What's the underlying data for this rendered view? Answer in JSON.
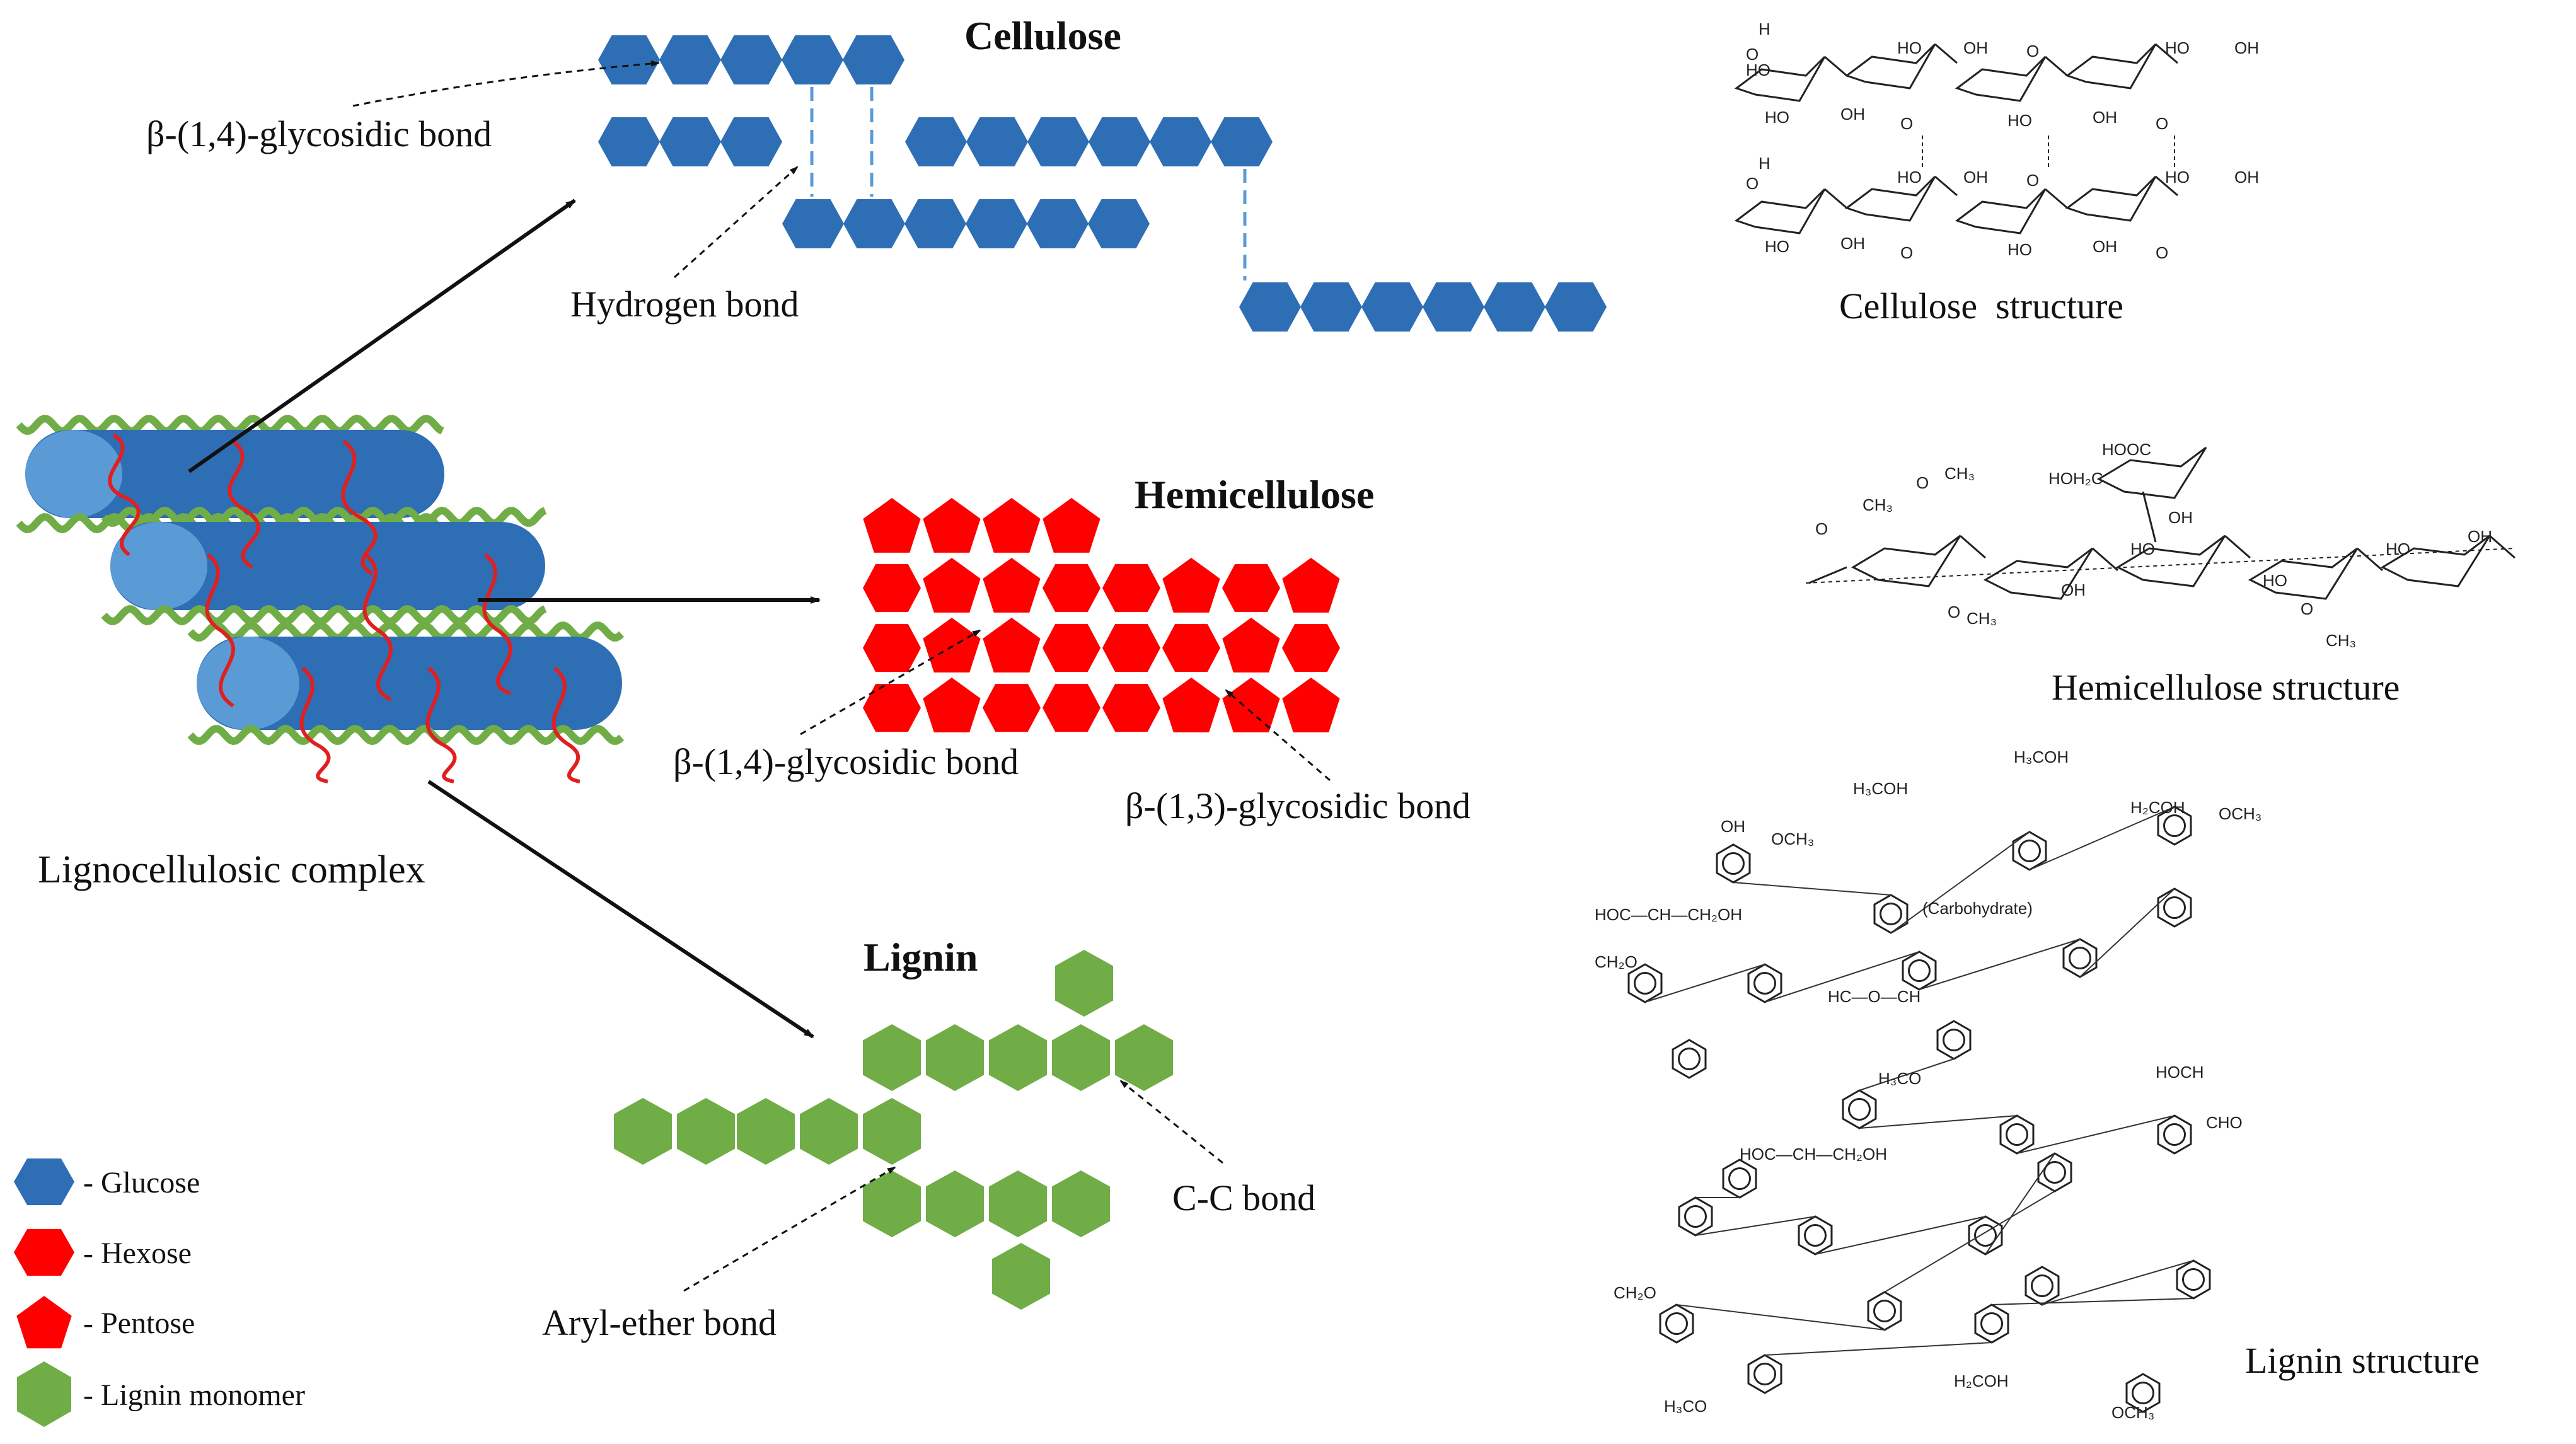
{
  "colors": {
    "cellulose": "#2e6eb5",
    "cellulose_dark": "#1f4f8a",
    "hemicellulose": "#ff0000",
    "lignin": "#70ad47",
    "fiber_light": "#5b9bd5",
    "fiber_red": "#e02020",
    "text": "#111111"
  },
  "titles": {
    "cellulose": "Cellulose",
    "hemicellulose": "Hemicellulose",
    "lignin": "Lignin"
  },
  "labels": {
    "beta14_cellulose": "β-(1,4)-glycosidic bond",
    "hydrogen_bond": "Hydrogen bond",
    "lignocellulosic_complex": "Lignocellulosic complex",
    "beta14_hemi": "β-(1,4)-glycosidic bond",
    "beta13_hemi": "β-(1,3)-glycosidic bond",
    "aryl_ether": "Aryl-ether bond",
    "cc_bond": "C-C bond",
    "cellulose_structure": "Cellulose  structure",
    "hemicellulose_structure": "Hemicellulose structure",
    "lignin_structure": "Lignin structure"
  },
  "legend": [
    {
      "label": "- Glucose",
      "shape": "hexagon-flat",
      "color": "#2e6eb5"
    },
    {
      "label": "- Hexose",
      "shape": "hexagon-flat",
      "color": "#ff0000"
    },
    {
      "label": "- Pentose",
      "shape": "pentagon",
      "color": "#ff0000"
    },
    {
      "label": "- Lignin monomer",
      "shape": "hexagon-pointy",
      "color": "#70ad47"
    }
  ],
  "cellulose_structure_atoms": [
    "H",
    "HO",
    "OH",
    "O",
    "H",
    "HO",
    "OH",
    "O"
  ],
  "hemi_structure_atoms": [
    "HOOC",
    "HOH₂C",
    "OH",
    "HO",
    "O",
    "CH₃",
    "CH₃",
    "HO",
    "OH"
  ],
  "lignin_structure_atoms": [
    "H₃COH",
    "OCH₃",
    "HC",
    "CH",
    "OH",
    "(Carbohydrate)",
    "CHO",
    "H₂COH",
    "HOC—CH—CH₂OH",
    "CH₂O",
    "OCH₃",
    "HC—O—CH",
    "H₃CO",
    "HOCH"
  ]
}
